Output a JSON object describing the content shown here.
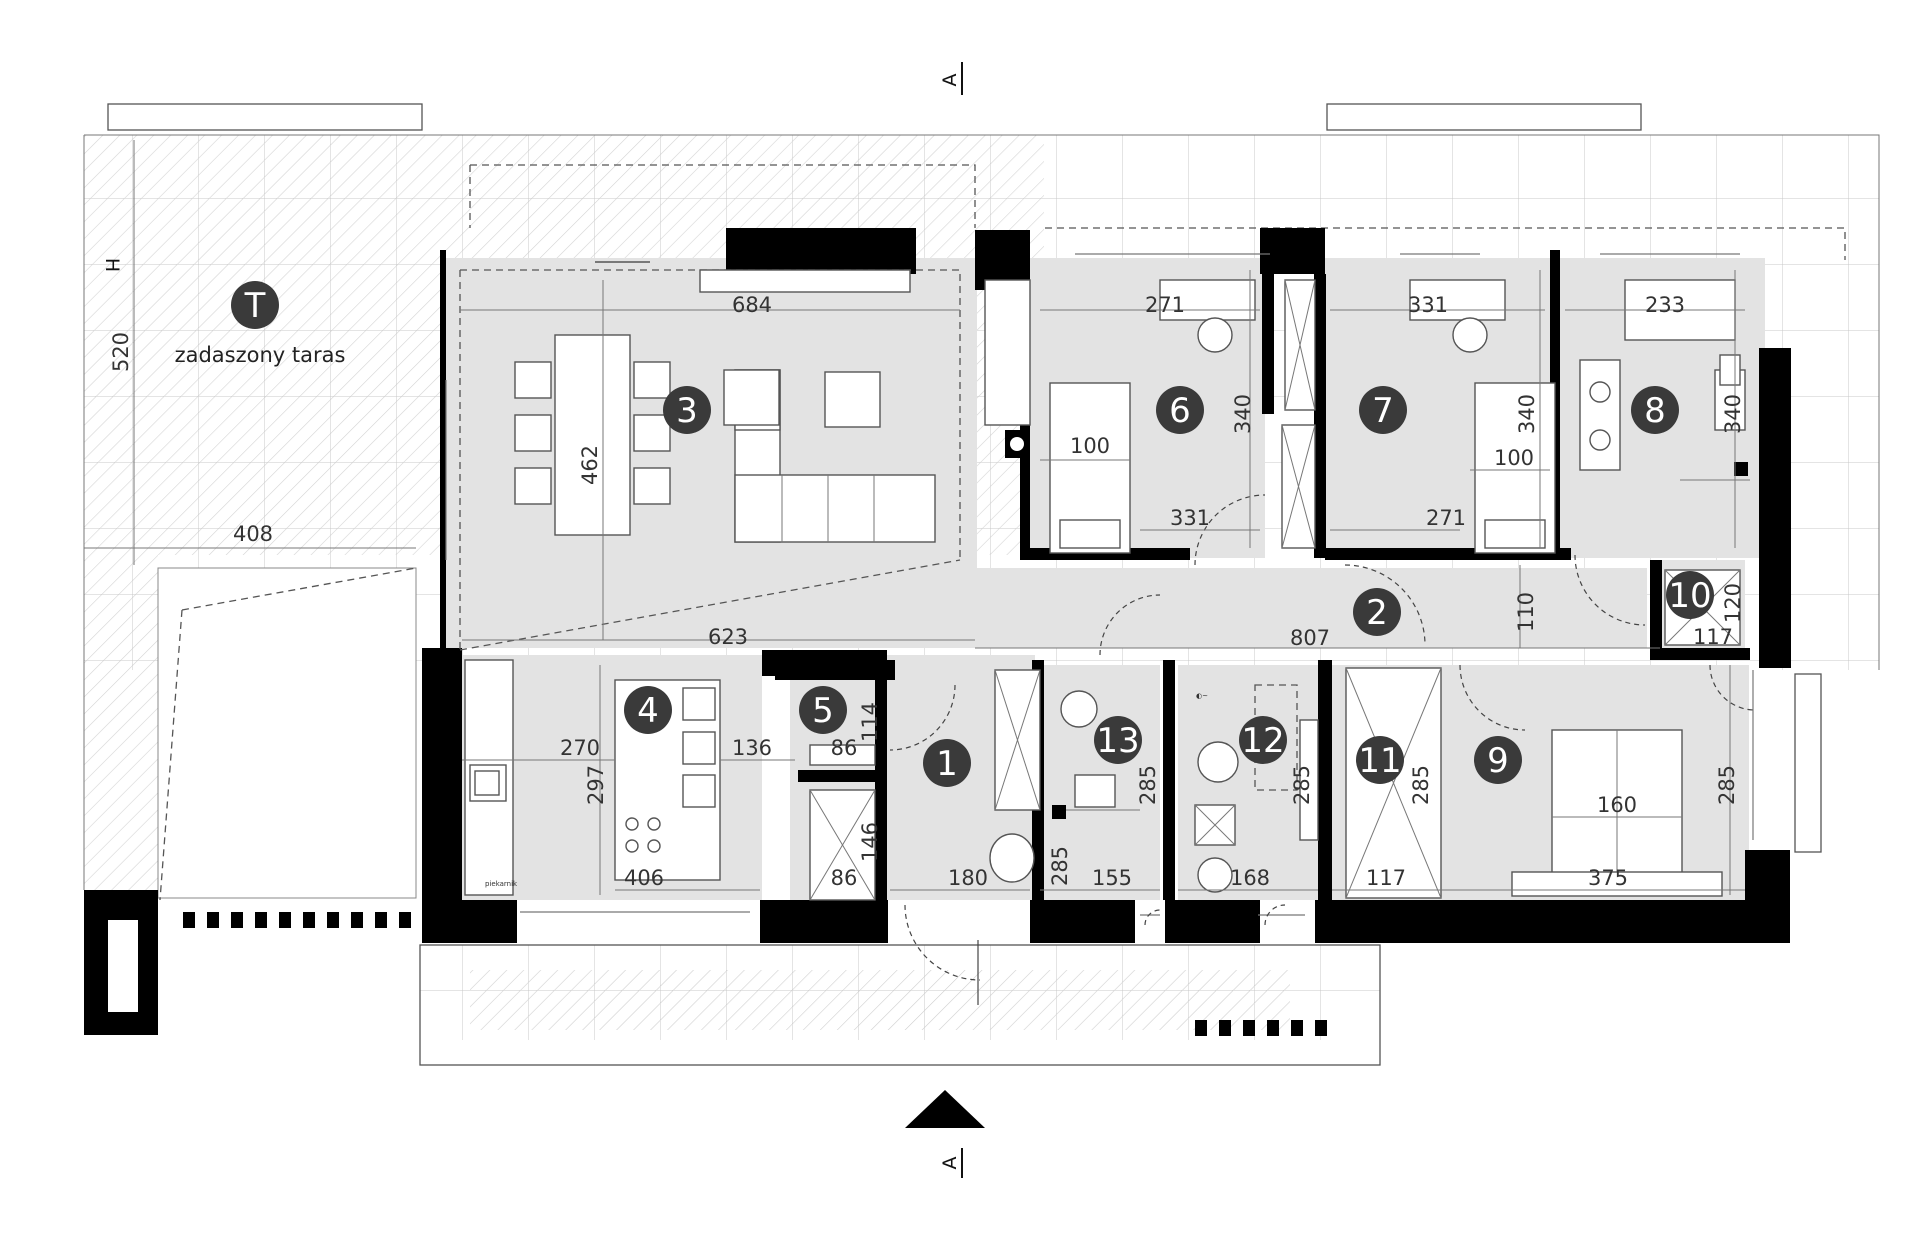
{
  "terrace": {
    "marker": "T",
    "label": "zadaszony taras",
    "dim_height": "520",
    "dim_width": "408"
  },
  "section_marks": {
    "top": "A",
    "bottom": "A",
    "left": "H"
  },
  "kitchen_note": "piekarnik",
  "rooms": [
    {
      "number": "1",
      "dims": [
        "285",
        "180"
      ]
    },
    {
      "number": "2",
      "dims": [
        "807",
        "110"
      ]
    },
    {
      "number": "3",
      "dims": [
        "684",
        "462",
        "623"
      ]
    },
    {
      "number": "4",
      "dims": [
        "270",
        "297",
        "406"
      ]
    },
    {
      "number": "5",
      "dims": [
        "136",
        "86",
        "114",
        "146",
        "86"
      ]
    },
    {
      "number": "6",
      "dims": [
        "271",
        "340",
        "100",
        "331"
      ]
    },
    {
      "number": "7",
      "dims": [
        "331",
        "340",
        "100",
        "271"
      ]
    },
    {
      "number": "8",
      "dims": [
        "233",
        "340"
      ]
    },
    {
      "number": "9",
      "dims": [
        "160",
        "285",
        "375"
      ]
    },
    {
      "number": "10",
      "dims": [
        "120",
        "117"
      ]
    },
    {
      "number": "11",
      "dims": [
        "285",
        "117"
      ]
    },
    {
      "number": "12",
      "dims": [
        "285",
        "168"
      ]
    },
    {
      "number": "13",
      "dims": [
        "285",
        "155"
      ]
    }
  ],
  "colors": {
    "wall": "#000000",
    "room_fill": "#e3e3e3",
    "marker_fill": "#3a3a3a",
    "terrace_grid": "#c8c8c8",
    "hatch": "#bdbdbd"
  }
}
